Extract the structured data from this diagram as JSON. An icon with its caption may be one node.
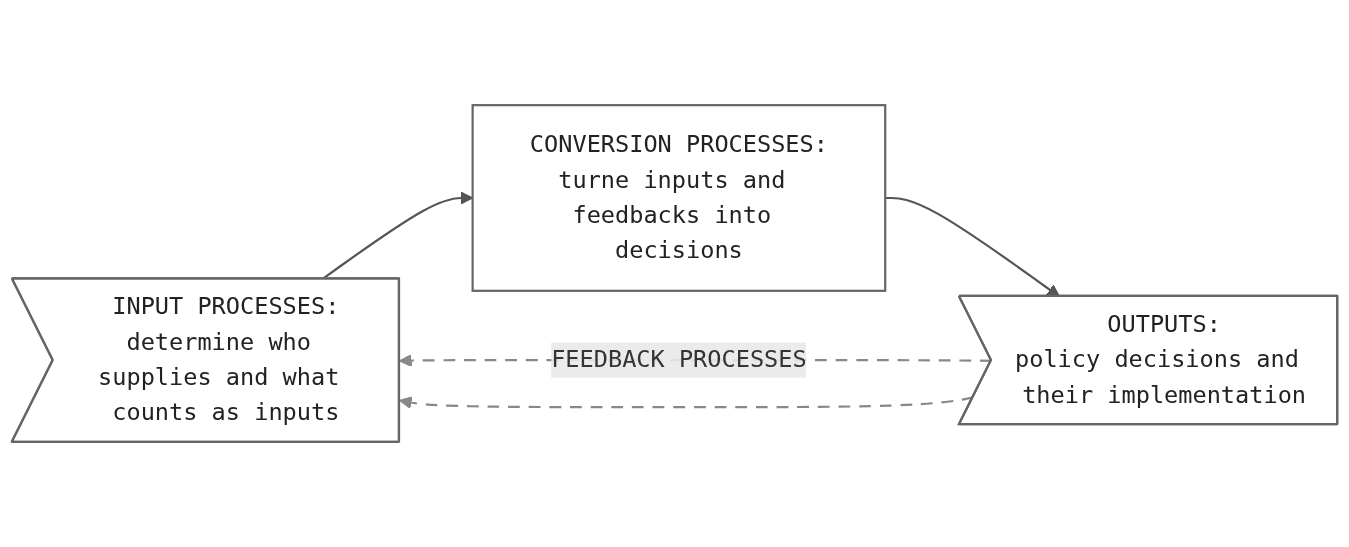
{
  "diagram": {
    "nodes": [
      {
        "text": [
          "INPUT PROCESSES:",
          "determine who supplies and what counts as inputs"
        ]
      },
      {
        "text": [
          "CONVERSION PROCESSES:",
          "turne inputs and feedbacks into decisions"
        ]
      },
      {
        "text": [
          "OUTPUTS:",
          "policy decisions and their implementation"
        ]
      }
    ],
    "edges": [
      {
        "from": 0,
        "to": 1,
        "arrow": "to"
      },
      {
        "from": 1,
        "to": 2,
        "arrow": "to"
      },
      {
        "from": 2,
        "to": 0,
        "arrow": "to",
        "style": "dashed",
        "label": "FEEDBACK PROCESSES"
      },
      {
        "from": 2,
        "to": 0,
        "arrow": "to",
        "style": "dashed"
      }
    ]
  }
}
